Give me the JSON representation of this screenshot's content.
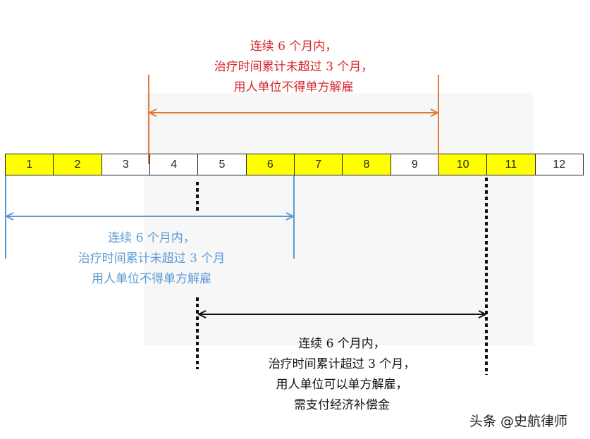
{
  "months": [
    {
      "label": "1",
      "highlighted": true
    },
    {
      "label": "2",
      "highlighted": true
    },
    {
      "label": "3",
      "highlighted": false
    },
    {
      "label": "4",
      "highlighted": false
    },
    {
      "label": "5",
      "highlighted": false
    },
    {
      "label": "6",
      "highlighted": true
    },
    {
      "label": "7",
      "highlighted": true
    },
    {
      "label": "8",
      "highlighted": true
    },
    {
      "label": "9",
      "highlighted": false
    },
    {
      "label": "10",
      "highlighted": true
    },
    {
      "label": "11",
      "highlighted": true
    },
    {
      "label": "12",
      "highlighted": false
    }
  ],
  "annotations": {
    "red": {
      "lines": [
        "连续 6 个月内，",
        "治疗时间累计未超过 3 个月，",
        "用人单位不得单方解雇"
      ],
      "color": "#d7262b"
    },
    "blue": {
      "lines": [
        "连续 6 个月内，",
        "治疗时间累计未超过 3 个月",
        "用人单位不得单方解雇"
      ],
      "color": "#5b9bd5"
    },
    "black": {
      "lines": [
        "连续 6 个月内，",
        "治疗时间累计超过 3 个月，",
        "用人单位可以单方解雇，",
        "需支付经济补偿金"
      ],
      "color": "#111111"
    }
  },
  "highlight_color": "#ffff00",
  "watermark": "头条 @史航律师"
}
